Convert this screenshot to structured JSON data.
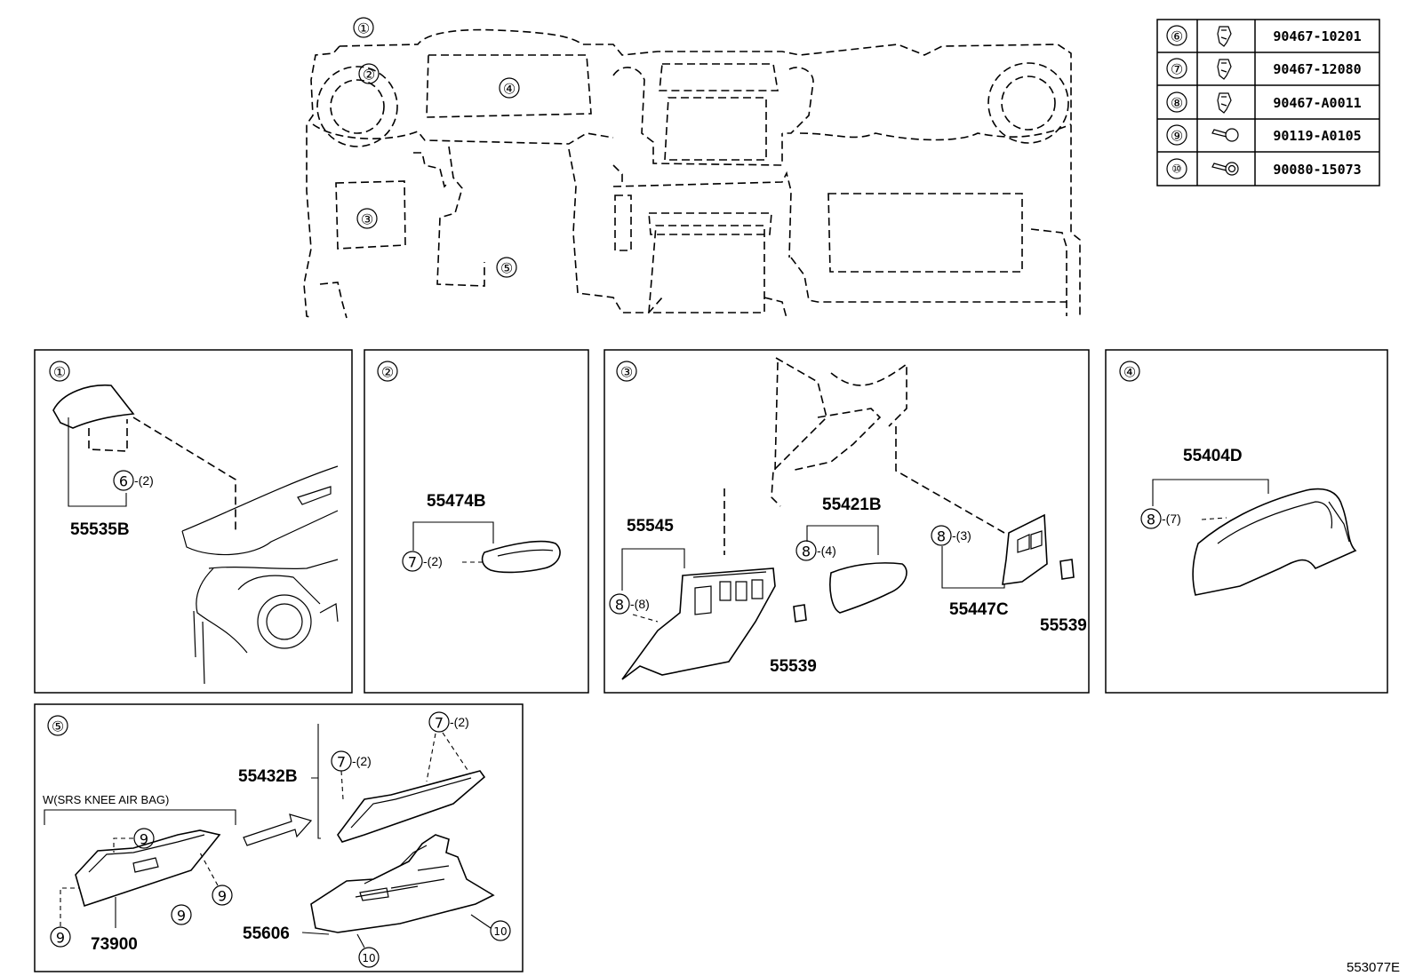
{
  "overview": {
    "callouts": [
      "①",
      "②",
      "③",
      "④",
      "⑤"
    ]
  },
  "fastener_table": [
    {
      "callout": "⑥",
      "icon": "clip-icon",
      "part_no": "90467-10201"
    },
    {
      "callout": "⑦",
      "icon": "clip-icon",
      "part_no": "90467-12080"
    },
    {
      "callout": "⑧",
      "icon": "clip-icon",
      "part_no": "90467-A0011"
    },
    {
      "callout": "⑨",
      "icon": "screw-icon",
      "part_no": "90119-A0105"
    },
    {
      "callout": "⑩",
      "icon": "bolt-icon",
      "part_no": "90080-15073"
    }
  ],
  "panel1": {
    "title": "①",
    "part": "55535B",
    "fastener": "6",
    "qty": "-(2)"
  },
  "panel2": {
    "title": "②",
    "part": "55474B",
    "fastener": "7",
    "qty": "-(2)"
  },
  "panel3": {
    "title": "③",
    "part_a": "55545",
    "part_a_fastener": "8",
    "part_a_qty": "-(8)",
    "part_b": "55421B",
    "part_b_fastener": "8",
    "part_b_qty": "-(4)",
    "part_c": "55447C",
    "part_c_fastener": "8",
    "part_c_qty": "-(3)",
    "part_d": "55539",
    "part_e": "55539"
  },
  "panel4": {
    "title": "④",
    "part": "55404D",
    "fastener": "8",
    "qty": "-(7)"
  },
  "panel5": {
    "title": "⑤",
    "option_label": "W(SRS KNEE AIR BAG)",
    "part_a": "55432B",
    "fastener_a1": "7",
    "qty_a1": "-(2)",
    "fastener_a2": "7",
    "qty_a2": "-(2)",
    "part_b": "73900",
    "screw": "9",
    "part_c": "55606",
    "bolt": "10"
  },
  "diagram_code": "553077E"
}
